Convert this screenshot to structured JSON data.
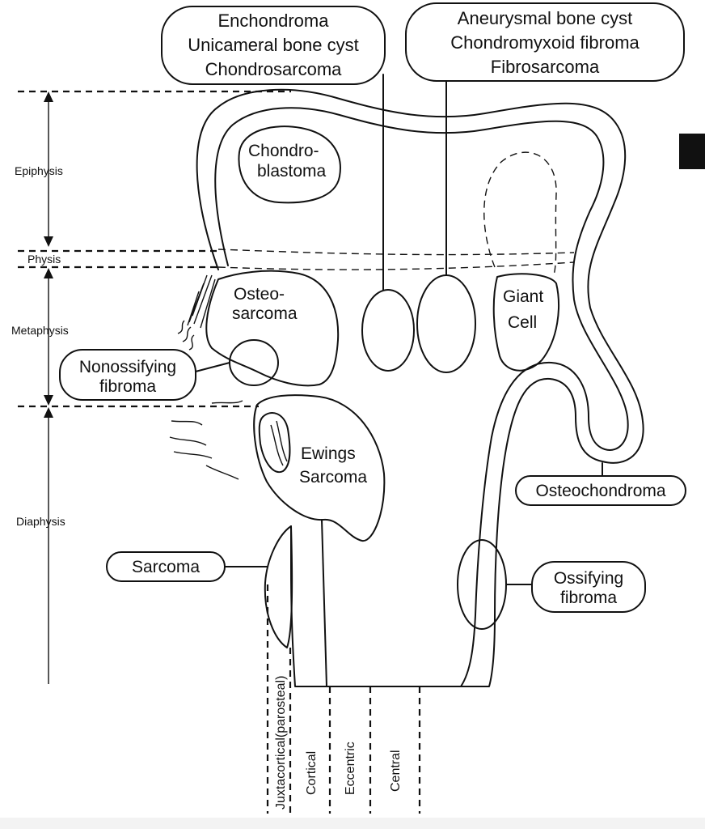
{
  "zones": {
    "epiphysis": "Epiphysis",
    "physis": "Physis",
    "metaphysis": "Metaphysis",
    "diaphysis": "Diaphysis"
  },
  "boxes": {
    "top_left": [
      "Enchondroma",
      "Unicameral bone cyst",
      "Chondrosarcoma"
    ],
    "top_right": [
      "Aneurysmal bone cyst",
      "Chondromyxoid fibroma",
      "Fibrosarcoma"
    ],
    "nonossifying": [
      "Nonossifying",
      "fibroma"
    ],
    "sarcoma": "Sarcoma",
    "osteochondroma": "Osteochondroma",
    "ossifying": [
      "Ossifying",
      "fibroma"
    ]
  },
  "inline_labels": {
    "chondroblastoma": [
      "Chondro-",
      "blastoma"
    ],
    "osteosarcoma": [
      "Osteo-",
      "sarcoma"
    ],
    "giant_cell": [
      "Giant",
      "Cell"
    ],
    "ewings": [
      "Ewings",
      "Sarcoma"
    ]
  },
  "positions_axis": {
    "juxtacortical": "Juxtacortical(parosteal)",
    "cortical": "Cortical",
    "eccentric": "Eccentric",
    "central": "Central"
  }
}
